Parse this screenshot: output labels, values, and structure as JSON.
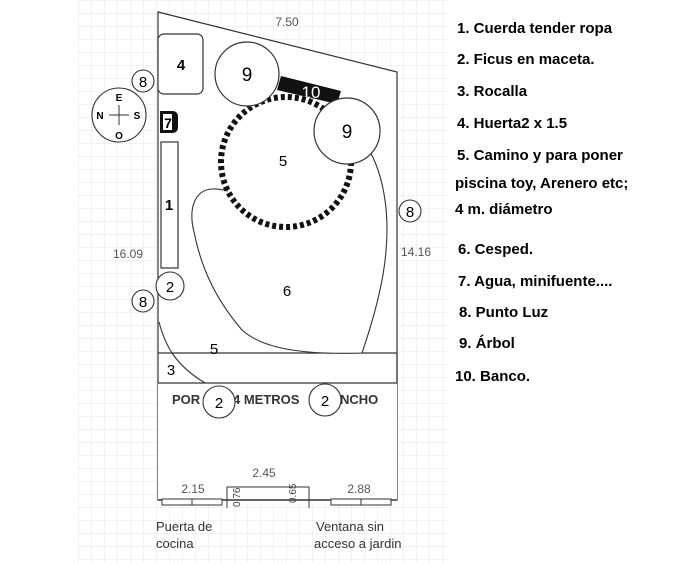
{
  "dimensions": {
    "top": "7.50",
    "left": "16.09",
    "right": "14.16",
    "bottom_middle": "2.45",
    "bottom_left": "2.15",
    "bottom_right": "2.88",
    "door_left": "0.76",
    "door_right": "0.65"
  },
  "porch_text_a": "POR",
  "porch_text_b": "4 METROS",
  "porch_text_c": "NCHO",
  "zone_labels": {
    "huerta": "4",
    "tree_a": "9",
    "tree_b": "9",
    "bench": "10",
    "water": "7",
    "clothesline": "1",
    "path_circle": "5",
    "path_bottom": "5",
    "lawn": "6",
    "rockery": "3",
    "ficus_left": "2",
    "ficus_porch_a": "2",
    "ficus_porch_b": "2",
    "light_top": "8",
    "light_left": "8",
    "light_right": "8"
  },
  "compass": {
    "n": "N",
    "s": "S",
    "e": "E",
    "o": "O"
  },
  "bottom_labels": {
    "kitchen_line1": "Puerta de",
    "kitchen_line2": "cocina",
    "window_line1": "Ventana sin",
    "window_line2": "acceso a jardin"
  },
  "legend": [
    "1. Cuerda tender ropa",
    "2. Ficus en maceta.",
    "3. Rocalla",
    "4. Huerta2 x 1.5",
    "5. Camino y para poner",
    "piscina toy, Arenero etc;",
    "4 m. diámetro",
    "6. Cesped.",
    "7. Agua, minifuente....",
    "8. Punto Luz",
    "9. Árbol",
    "10. Banco."
  ]
}
